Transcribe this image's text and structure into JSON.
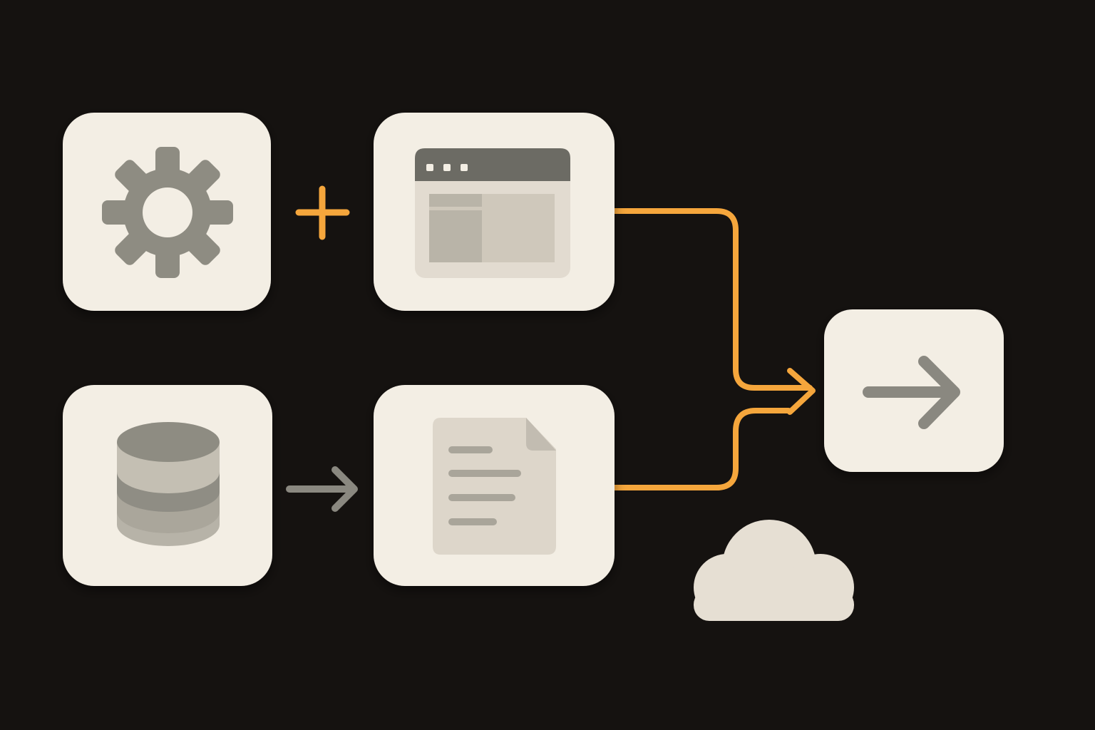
{
  "theme": {
    "background": "#151210",
    "tile": "#f3eee4",
    "icon_dark": "#8e8c82",
    "icon_mid": "#b5b0a4",
    "icon_light": "#d8d1c5",
    "accent": "#f5a63c",
    "gray_arrow": "#8a8880"
  },
  "nodes": [
    {
      "id": "gear",
      "icon": "gear-icon"
    },
    {
      "id": "browser",
      "icon": "browser-window-icon"
    },
    {
      "id": "database",
      "icon": "database-icon"
    },
    {
      "id": "document",
      "icon": "document-icon"
    },
    {
      "id": "output",
      "icon": "arrow-right-icon"
    }
  ],
  "connectors": [
    {
      "from": "gear",
      "to": "browser",
      "symbol": "plus-icon",
      "color": "#f5a63c"
    },
    {
      "from": "database",
      "to": "document",
      "symbol": "arrow-right-icon",
      "color": "#8a8880"
    },
    {
      "from": "browser",
      "to": "output",
      "symbol": "elbow-line",
      "color": "#f5a63c"
    },
    {
      "from": "document",
      "to": "output",
      "symbol": "elbow-line",
      "color": "#f5a63c"
    }
  ],
  "decorations": [
    {
      "icon": "cloud-icon",
      "color": "#e6dfd3"
    }
  ]
}
